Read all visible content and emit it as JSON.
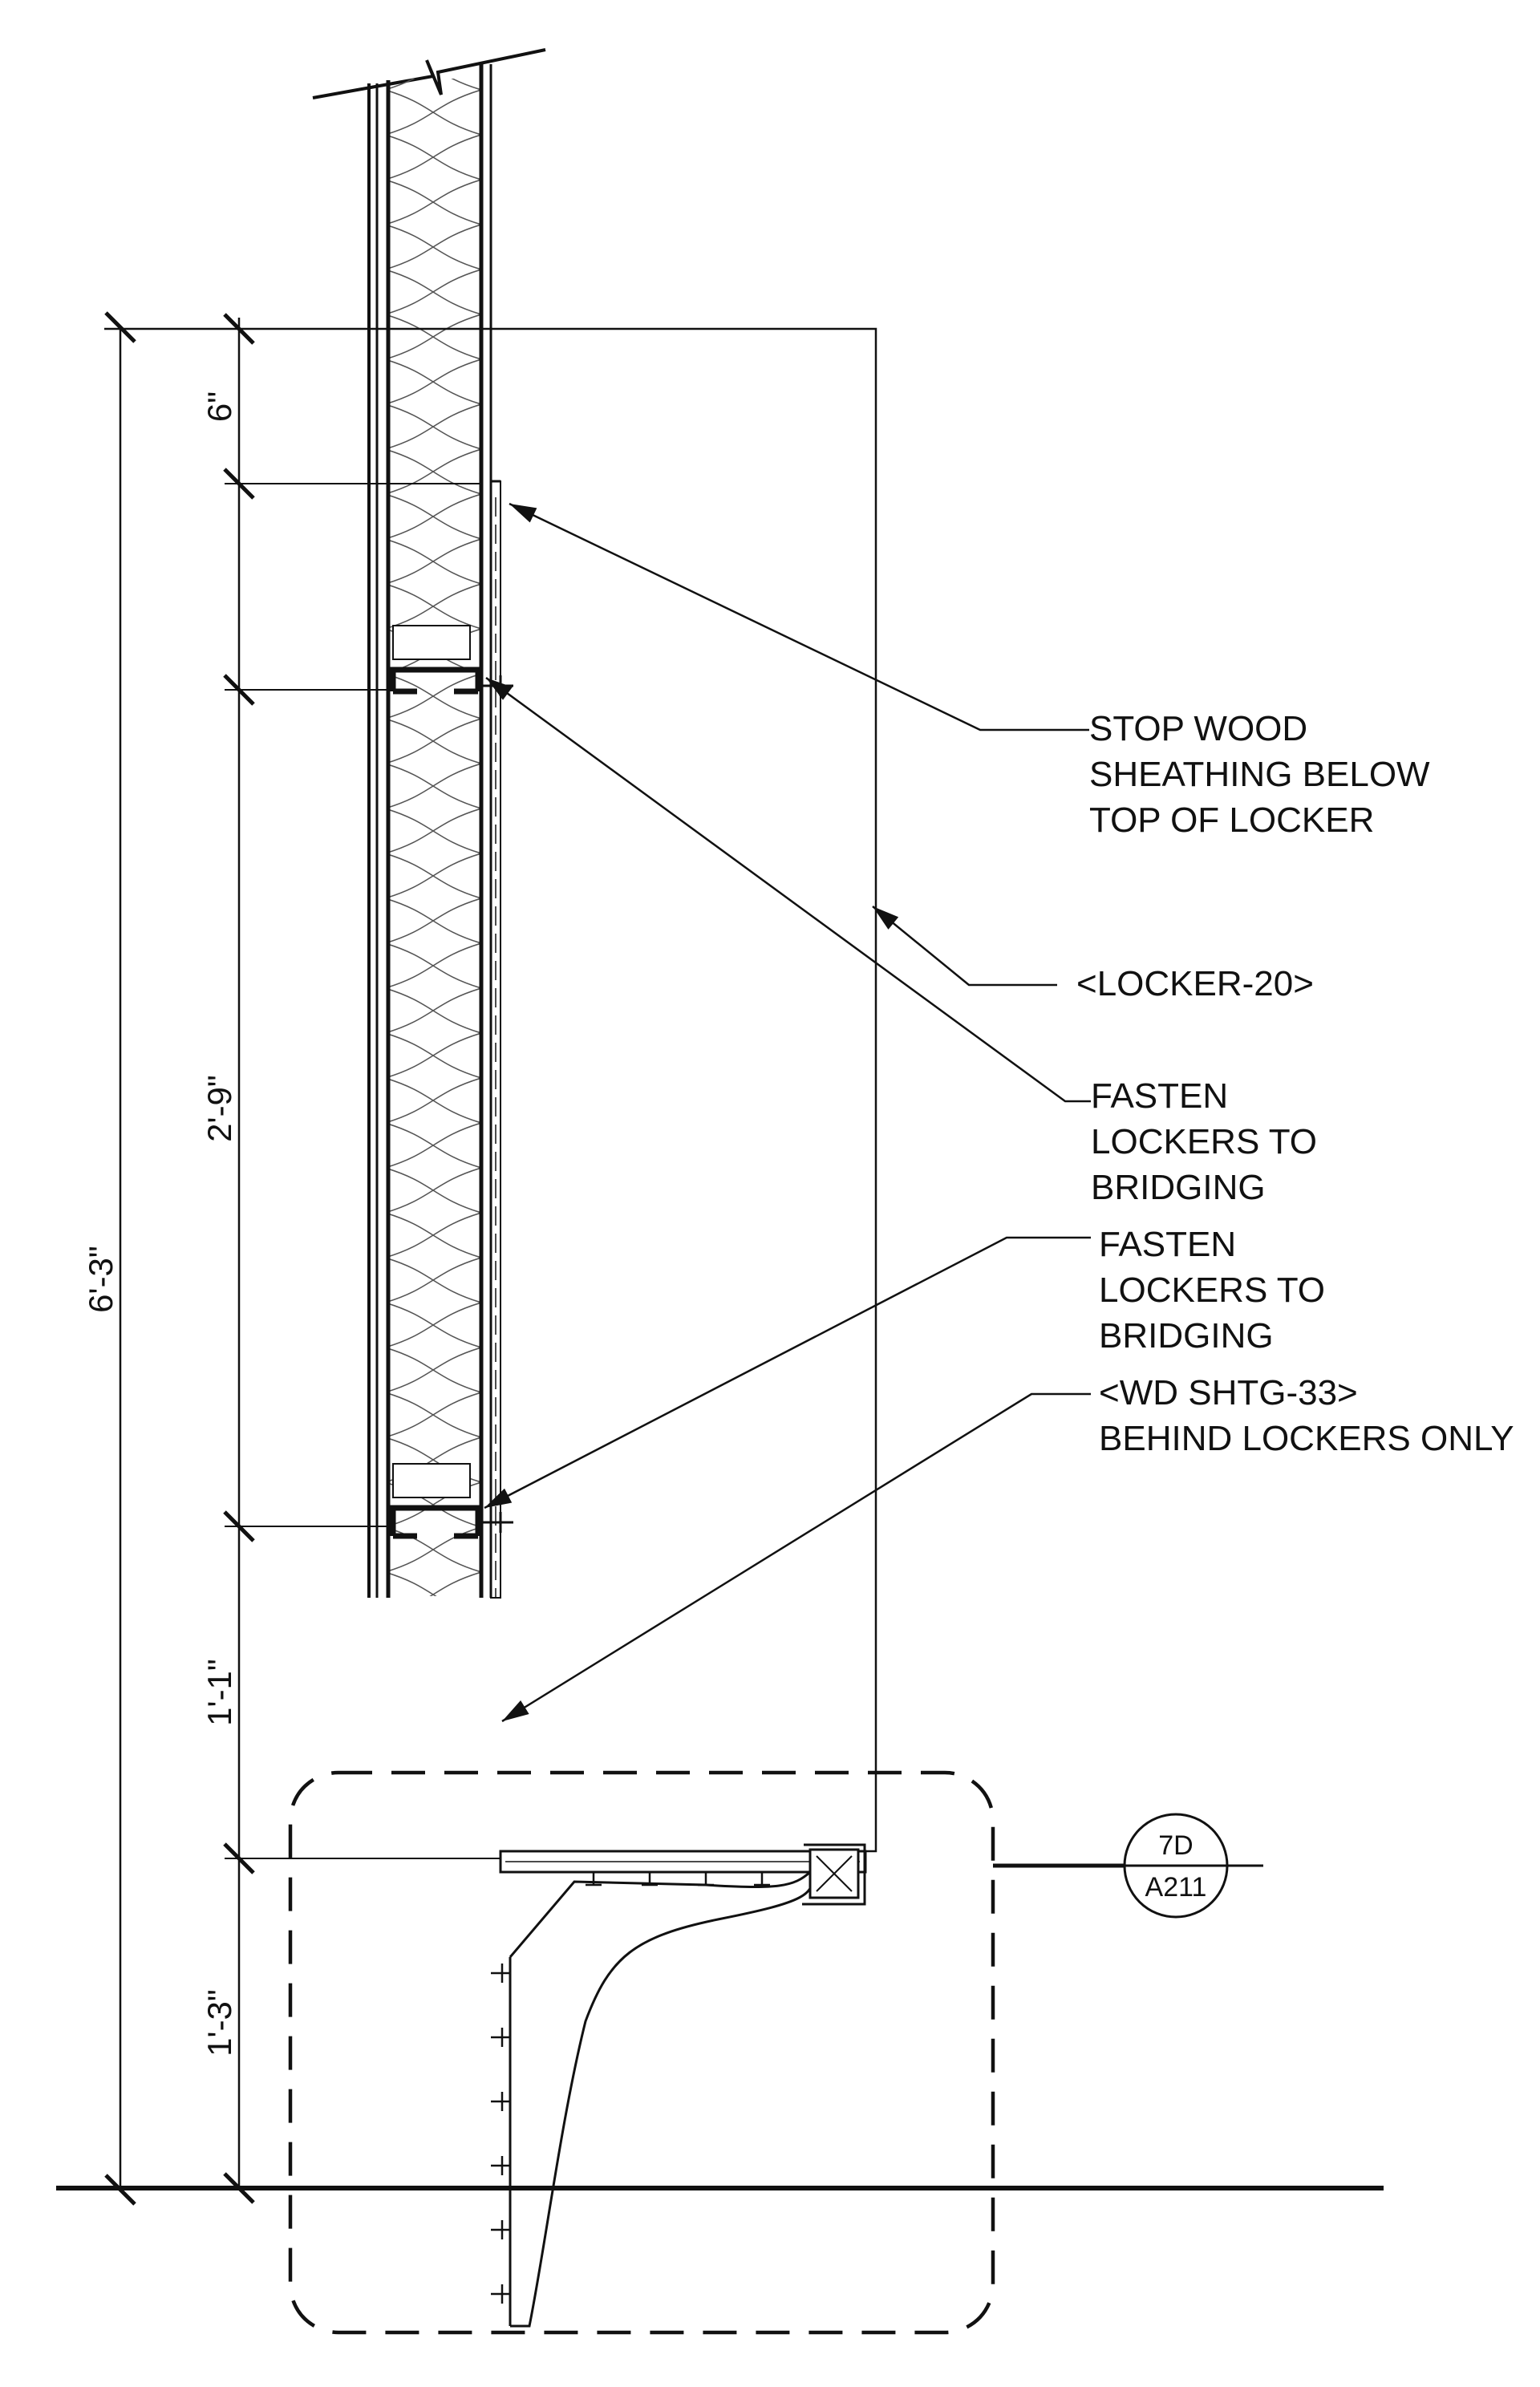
{
  "dimensions": {
    "overall": "6'-3\"",
    "top": "6\"",
    "upper": "2'-9\"",
    "middle": "1'-1\"",
    "bottom": "1'-3\""
  },
  "notes": {
    "stop_sheathing": [
      "STOP WOOD",
      "SHEATHING BELOW",
      "TOP OF LOCKER"
    ],
    "locker_tag": "<LOCKER-20>",
    "fasten_upper": [
      "FASTEN",
      "LOCKERS TO",
      "BRIDGING"
    ],
    "fasten_lower": [
      "FASTEN",
      "LOCKERS TO",
      "BRIDGING"
    ],
    "sheathing_tag": [
      "<WD SHTG-33>",
      "BEHIND LOCKERS ONLY"
    ]
  },
  "detail_callout": {
    "detail": "7D",
    "sheet": "A211"
  }
}
